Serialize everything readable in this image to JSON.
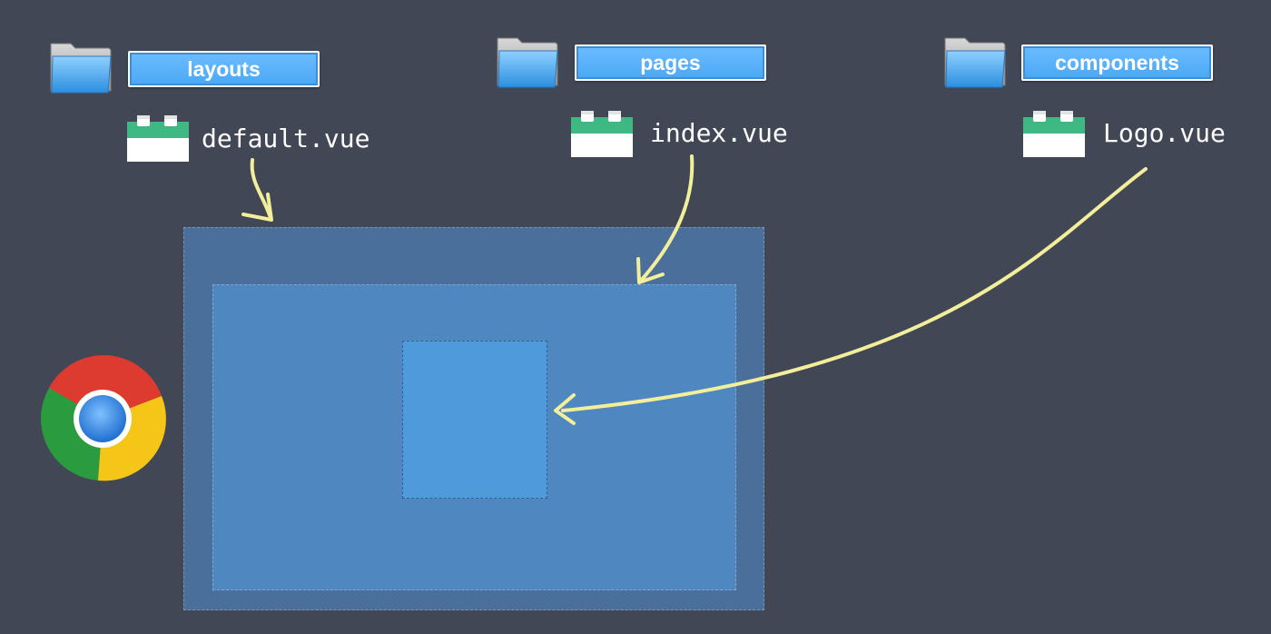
{
  "folders": [
    {
      "name": "layouts",
      "file": "default.vue"
    },
    {
      "name": "pages",
      "file": "index.vue"
    },
    {
      "name": "components",
      "file": "Logo.vue"
    }
  ],
  "colors": {
    "background": "#414755",
    "layout_region": "#4a6f9b",
    "page_region": "#4f87c0",
    "component_region": "#4f9ada",
    "arrow": "#f3ee9a",
    "vue_green": "#3fb883"
  },
  "icons": {
    "folder": "folder-icon",
    "vue_file": "vue-file-icon",
    "browser": "chrome-icon"
  }
}
